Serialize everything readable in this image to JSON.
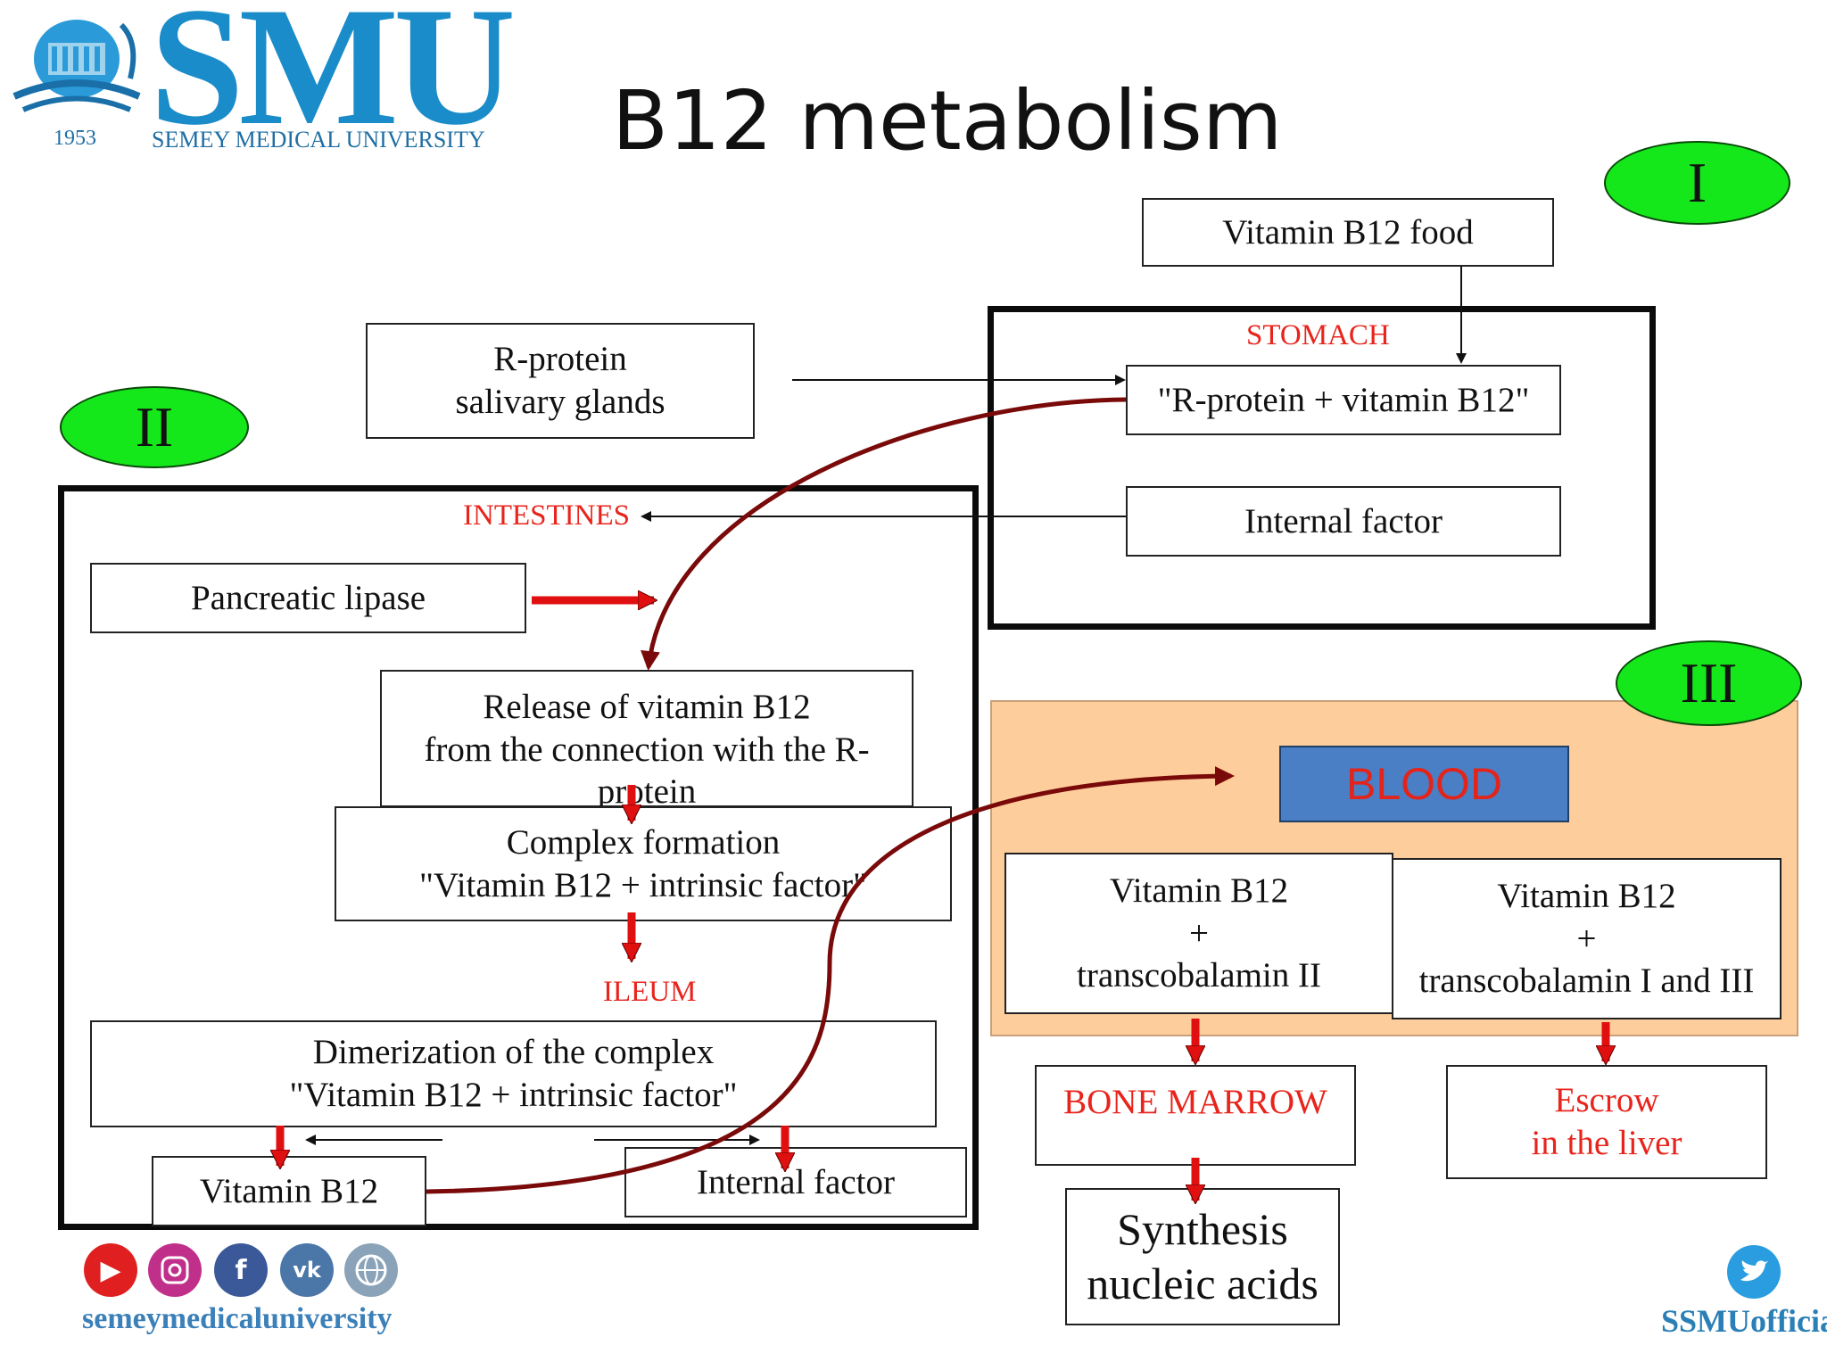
{
  "title": "B12 metabolism",
  "logo": {
    "name": "SMU",
    "year": "1953",
    "university": "SEMEY MEDICAL UNIVERSITY"
  },
  "footer": {
    "social_handle": "semeymedicaluniversity",
    "twitter_handle": "SSMUofficia"
  },
  "regions": {
    "stomach": {
      "label": "STOMACH",
      "number": "I"
    },
    "intestines": {
      "label": "INTESTINES",
      "number": "II"
    },
    "blood": {
      "label": "BLOOD",
      "number": "III"
    },
    "ileum": {
      "label": "ILEUM"
    }
  },
  "boxes": {
    "vitamin_food": [
      "Vitamin B12 food"
    ],
    "r_protein_salivary": [
      "R-protein",
      "salivary glands"
    ],
    "r_protein_b12": [
      "\"R-protein + vitamin B12\""
    ],
    "internal_factor_stomach": [
      "Internal factor"
    ],
    "pancreatic_lipase": [
      "Pancreatic lipase"
    ],
    "release_b12": [
      "Release of vitamin B12",
      "from the connection with the R-",
      "protein"
    ],
    "complex_formation": [
      "Complex formation",
      "\"Vitamin B12 + intrinsic factor\""
    ],
    "dimerization": [
      "Dimerization of the complex",
      "\"Vitamin B12 + intrinsic factor\""
    ],
    "vitamin_b12_ileum": [
      "Vitamin B12"
    ],
    "internal_factor_ileum": [
      "Internal factor"
    ],
    "transcobalamin_2": [
      "Vitamin B12",
      "+",
      "transcobalamin II"
    ],
    "transcobalamin_1_3": [
      "Vitamin B12",
      "+",
      "transcobalamin I and III"
    ],
    "bone_marrow": [
      "BONE MARROW"
    ],
    "escrow_liver": [
      "Escrow",
      "in the liver"
    ],
    "synthesis": [
      "Synthesis",
      "nucleic acids"
    ]
  },
  "colors": {
    "region_border": "#0b0b0b",
    "label_red": "#e8241c",
    "ellipse_green": "#15e81a",
    "blood_panel": "#fdcd9c",
    "blood_box": "#4a7fc6",
    "curve": "#7a0a0a",
    "arrow_red": "#e01010"
  },
  "icons": [
    "youtube-icon",
    "instagram-icon",
    "facebook-icon",
    "vk-icon",
    "globe-icon",
    "twitter-icon"
  ]
}
